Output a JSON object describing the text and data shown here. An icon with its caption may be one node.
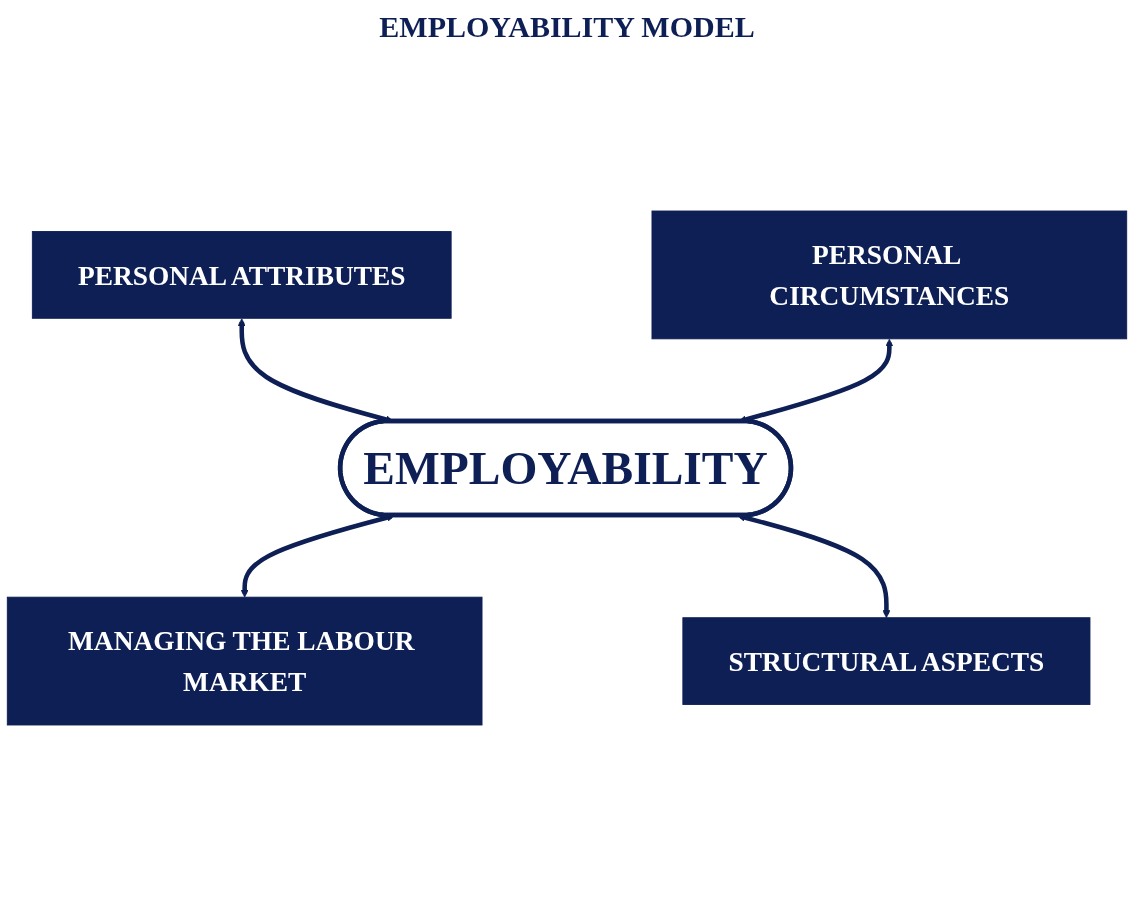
{
  "diagram": {
    "title": "EMPLOYABILITY MODEL",
    "nodes": [
      {
        "text": [
          "PERSONAL ATTRIBUTES"
        ]
      },
      {
        "text": [
          "PERSONAL CIRCUMSTANCES"
        ]
      },
      {
        "text": [
          "EMPLOYABILITY"
        ]
      },
      {
        "text": [
          "MANAGING THE LABOUR MARKET"
        ]
      },
      {
        "text": [
          "STRUCTURAL ASPECTS"
        ]
      }
    ],
    "edges": [
      {
        "from": 0,
        "to": 2,
        "arrow": "both"
      },
      {
        "from": 1,
        "to": 2,
        "arrow": "both"
      },
      {
        "from": 2,
        "to": 3,
        "arrow": "both"
      },
      {
        "from": 2,
        "to": 4,
        "arrow": "both"
      }
    ]
  }
}
